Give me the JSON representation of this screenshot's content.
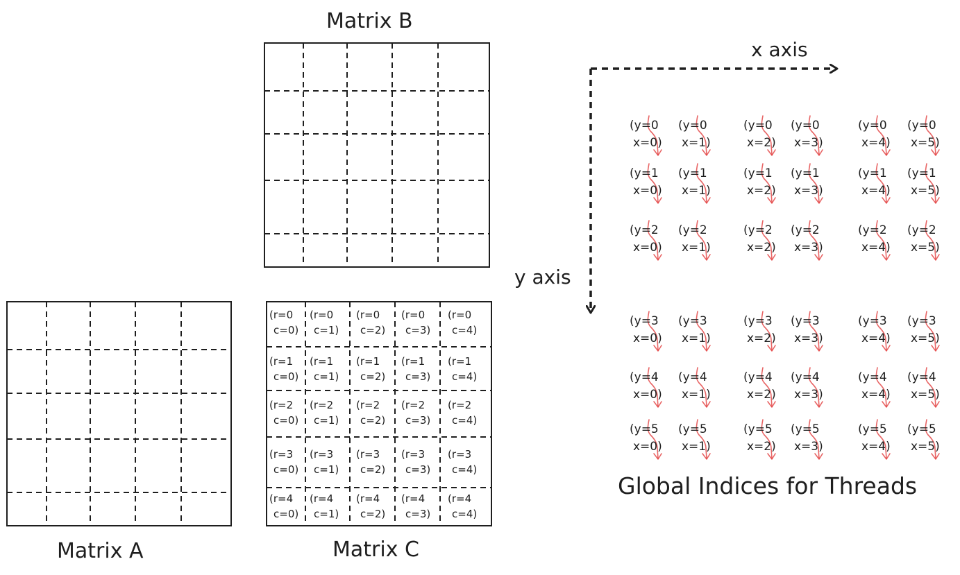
{
  "matrix_b": {
    "title": "Matrix B"
  },
  "matrix_a": {
    "title": "Matrix A"
  },
  "matrix_c": {
    "title": "Matrix C",
    "cells": [
      [
        [
          "(r=0",
          "c=0)"
        ],
        [
          "(r=0",
          "c=1)"
        ],
        [
          "(r=0",
          "c=2)"
        ],
        [
          "(r=0",
          "c=3)"
        ],
        [
          "(r=0",
          "c=4)"
        ]
      ],
      [
        [
          "(r=1",
          "c=0)"
        ],
        [
          "(r=1",
          "c=1)"
        ],
        [
          "(r=1",
          "c=2)"
        ],
        [
          "(r=1",
          "c=3)"
        ],
        [
          "(r=1",
          "c=4)"
        ]
      ],
      [
        [
          "(r=2",
          "c=0)"
        ],
        [
          "(r=2",
          "c=1)"
        ],
        [
          "(r=2",
          "c=2)"
        ],
        [
          "(r=2",
          "c=3)"
        ],
        [
          "(r=2",
          "c=4)"
        ]
      ],
      [
        [
          "(r=3",
          "c=0)"
        ],
        [
          "(r=3",
          "c=1)"
        ],
        [
          "(r=3",
          "c=2)"
        ],
        [
          "(r=3",
          "c=3)"
        ],
        [
          "(r=3",
          "c=4)"
        ]
      ],
      [
        [
          "(r=4",
          "c=0)"
        ],
        [
          "(r=4",
          "c=1)"
        ],
        [
          "(r=4",
          "c=2)"
        ],
        [
          "(r=4",
          "c=3)"
        ],
        [
          "(r=4",
          "c=4)"
        ]
      ]
    ]
  },
  "axes": {
    "x_label": "x axis",
    "y_label": "y axis"
  },
  "threads": {
    "title": "Global Indices for Threads",
    "arrow_color": "#e03131",
    "rows": [
      [
        [
          "(y=0",
          "x=0)"
        ],
        [
          "(y=0",
          "x=1)"
        ],
        [
          "(y=0",
          "x=2)"
        ],
        [
          "(y=0",
          "x=3)"
        ],
        [
          "(y=0",
          "x=4)"
        ],
        [
          "(y=0",
          "x=5)"
        ]
      ],
      [
        [
          "(y=1",
          "x=0)"
        ],
        [
          "(y=1",
          "x=1)"
        ],
        [
          "(y=1",
          "x=2)"
        ],
        [
          "(y=1",
          "x=3)"
        ],
        [
          "(y=1",
          "x=4)"
        ],
        [
          "(y=1",
          "x=5)"
        ]
      ],
      [
        [
          "(y=2",
          "x=0)"
        ],
        [
          "(y=2",
          "x=1)"
        ],
        [
          "(y=2",
          "x=2)"
        ],
        [
          "(y=2",
          "x=3)"
        ],
        [
          "(y=2",
          "x=4)"
        ],
        [
          "(y=2",
          "x=5)"
        ]
      ],
      [
        [
          "(y=3",
          "x=0)"
        ],
        [
          "(y=3",
          "x=1)"
        ],
        [
          "(y=3",
          "x=2)"
        ],
        [
          "(y=3",
          "x=3)"
        ],
        [
          "(y=3",
          "x=4)"
        ],
        [
          "(y=3",
          "x=5)"
        ]
      ],
      [
        [
          "(y=4",
          "x=0)"
        ],
        [
          "(y=4",
          "x=1)"
        ],
        [
          "(y=4",
          "x=2)"
        ],
        [
          "(y=4",
          "x=3)"
        ],
        [
          "(y=4",
          "x=4)"
        ],
        [
          "(y=4",
          "x=5)"
        ]
      ],
      [
        [
          "(y=5",
          "x=0)"
        ],
        [
          "(y=5",
          "x=1)"
        ],
        [
          "(y=5",
          "x=2)"
        ],
        [
          "(y=5",
          "x=3)"
        ],
        [
          "(y=5",
          "x=4)"
        ],
        [
          "(y=5",
          "x=5)"
        ]
      ]
    ]
  }
}
